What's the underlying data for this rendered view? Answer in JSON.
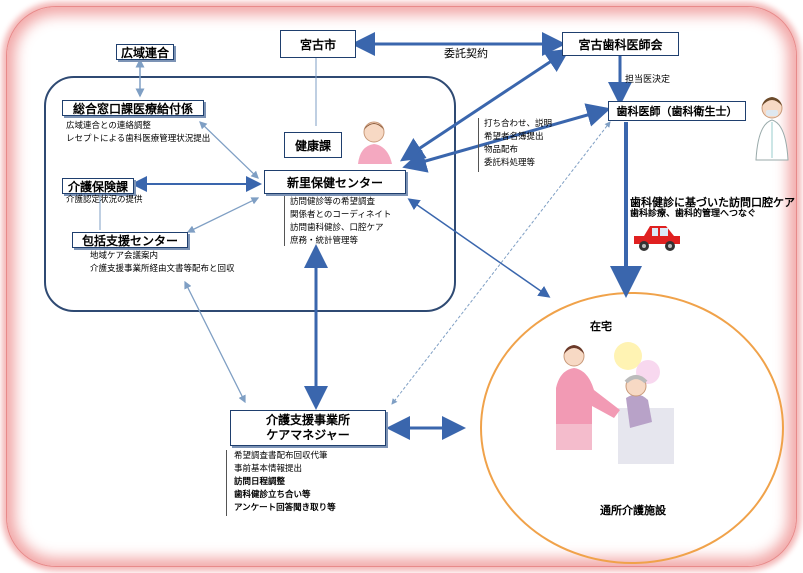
{
  "nodes": {
    "koiki": "広域連合",
    "miyako_city": "宮古市",
    "dental_assoc": "宮古歯科医師会",
    "sogo": "総合窓口課医療給付係",
    "kaigo_hoken": "介護保険課",
    "hokatsu": "包括支援センター",
    "kenko": "健康課",
    "niisato": "新里保健センター",
    "dentist": "歯科医師（歯科衛生士）",
    "care_office_line1": "介護支援事業所",
    "care_office_line2": "ケアマネジャー",
    "home": "在宅",
    "day_care": "通所介護施設"
  },
  "labels": {
    "contract": "委託契約",
    "tanto": "担当医決定",
    "visit_title": "歯科健診に基づいた訪問口腔ケア",
    "visit_sub": "歯科診療、歯科的管理へつなぐ"
  },
  "lists": {
    "sogo": [
      "広域連合との連絡調整",
      "レセプトによる歯科医療管理状況提出"
    ],
    "kaigo_hoken": [
      "介護認定状況の提供"
    ],
    "hokatsu": [
      "地域ケア会議案内",
      "介護支援事業所経由文書等配布と回収"
    ],
    "niisato": [
      "訪問健診等の希望調査",
      "関係者とのコーディネイト",
      "訪問歯科健診、口腔ケア",
      "庶務・統計管理等"
    ],
    "dental_assoc": [
      "打ち合わせ、説明",
      "希望者名簿提出",
      "物品配布",
      "委託料処理等"
    ],
    "care_office": [
      "希望調査書配布回収代筆",
      "事前基本情報提出",
      "訪問日程調整",
      "歯科健診立ち合い等",
      "アンケート回答聞き取り等"
    ]
  },
  "colors": {
    "frame_border": "#f2a8a8",
    "box_border": "#1f3f6e",
    "arrow_main": "#3a66ad",
    "arrow_thin": "#7f9fc4",
    "circle": "#f0a24a",
    "car": "#e02020"
  }
}
